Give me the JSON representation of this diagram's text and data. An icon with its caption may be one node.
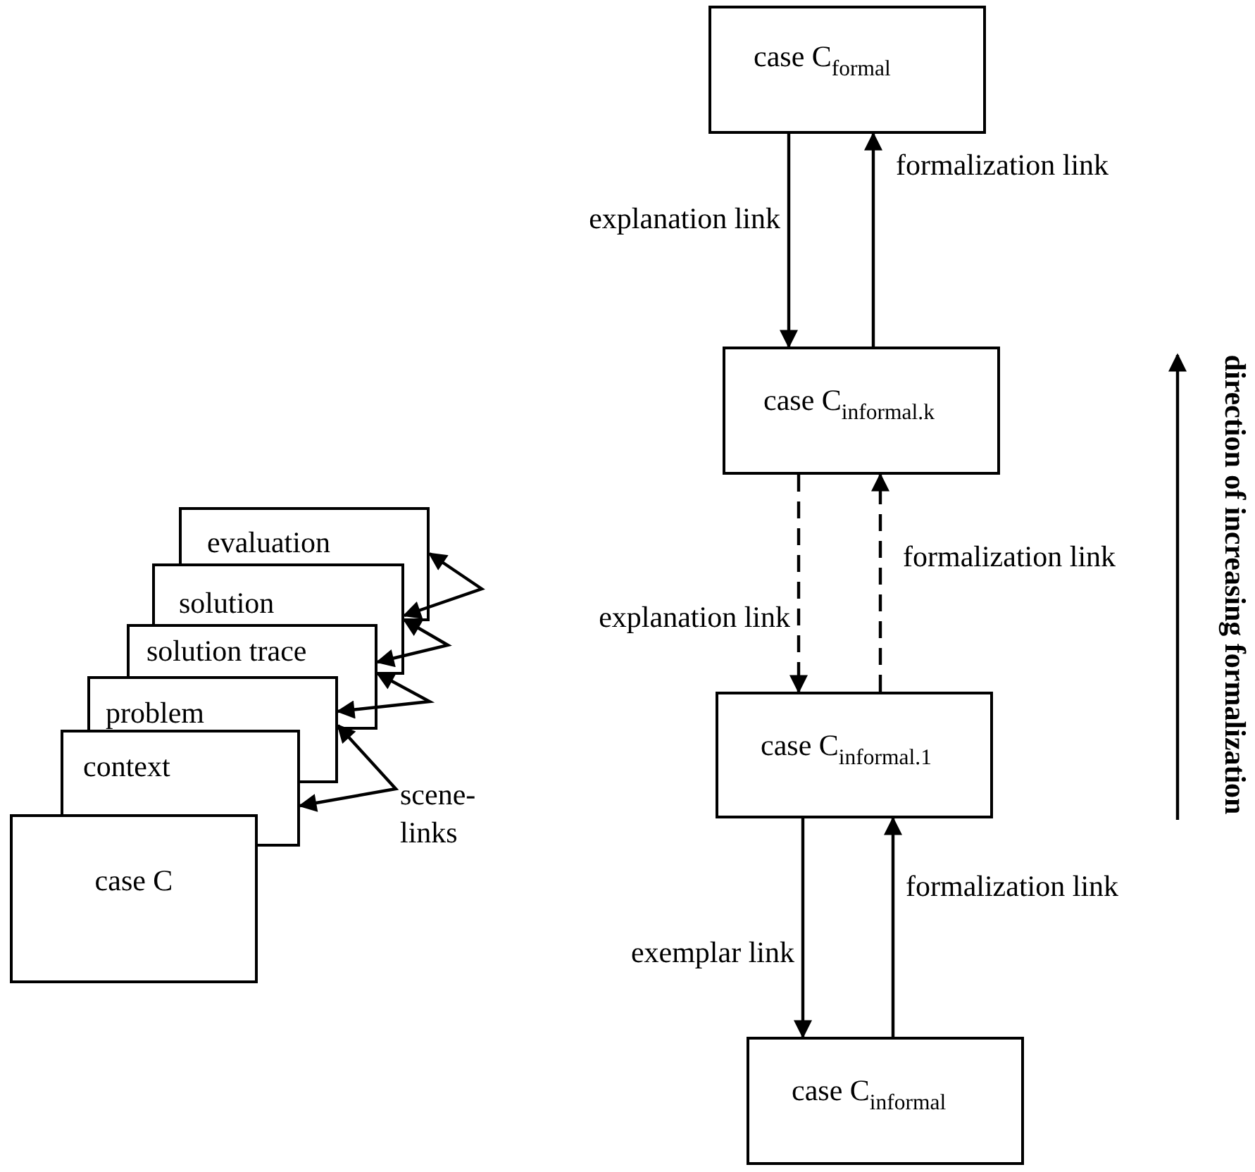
{
  "diagram": {
    "nodes": [
      {
        "text": [
          "evaluation"
        ]
      },
      {
        "text": [
          "solution"
        ]
      },
      {
        "text": [
          "solution trace"
        ]
      },
      {
        "text": [
          "problem"
        ]
      },
      {
        "text": [
          "context"
        ]
      },
      {
        "text": [
          "case C"
        ]
      },
      {
        "text": [
          "case C$_{formal}$"
        ]
      },
      {
        "text": [
          "case C$_{informal.k}$"
        ]
      },
      {
        "text": [
          "case C$_{informal.1}$"
        ]
      },
      {
        "text": [
          "case C$_{informal}$"
        ]
      }
    ],
    "edges": [
      {
        "from": 0,
        "to": 1,
        "arrow": "both"
      },
      {
        "from": 1,
        "to": 2,
        "arrow": "both"
      },
      {
        "from": 2,
        "to": 3,
        "arrow": "both"
      },
      {
        "from": 3,
        "to": 4,
        "arrow": "both"
      },
      {
        "from": 6,
        "to": 7,
        "arrow": "to",
        "label": "explanation link"
      },
      {
        "from": 7,
        "to": 6,
        "arrow": "to",
        "label": "formalization link"
      },
      {
        "from": 7,
        "to": 8,
        "arrow": "to",
        "label": "explanation link",
        "style": "dashed"
      },
      {
        "from": 8,
        "to": 7,
        "arrow": "to",
        "label": "formalization link",
        "style": "dashed"
      },
      {
        "from": 8,
        "to": 9,
        "arrow": "to",
        "label": "exemplar link"
      },
      {
        "from": 9,
        "to": 8,
        "arrow": "to",
        "label": "formalization link"
      }
    ],
    "labels": [
      "scene-links",
      "direction of increasing formalization"
    ]
  }
}
